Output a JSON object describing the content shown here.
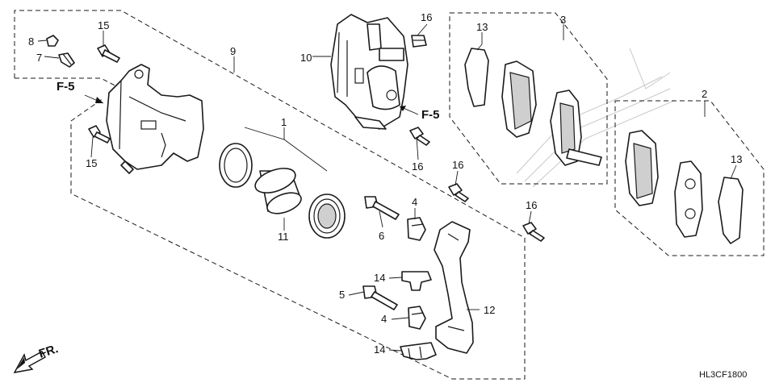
{
  "callouts": {
    "c1": "1",
    "c2": "2",
    "c3": "3",
    "c4a": "4",
    "c4b": "4",
    "c5": "5",
    "c6": "6",
    "c7": "7",
    "c8": "8",
    "c9": "9",
    "c10": "10",
    "c11": "11",
    "c12": "12",
    "c13a": "13",
    "c13b": "13",
    "c14a": "14",
    "c14b": "14",
    "c15a": "15",
    "c15b": "15",
    "c16a": "16",
    "c16b": "16",
    "c16c": "16",
    "c16d": "16"
  },
  "references": {
    "f5_left": "F-5",
    "f5_right": "F-5"
  },
  "front_label": "FR.",
  "diagram_code": "HL3CF1800"
}
